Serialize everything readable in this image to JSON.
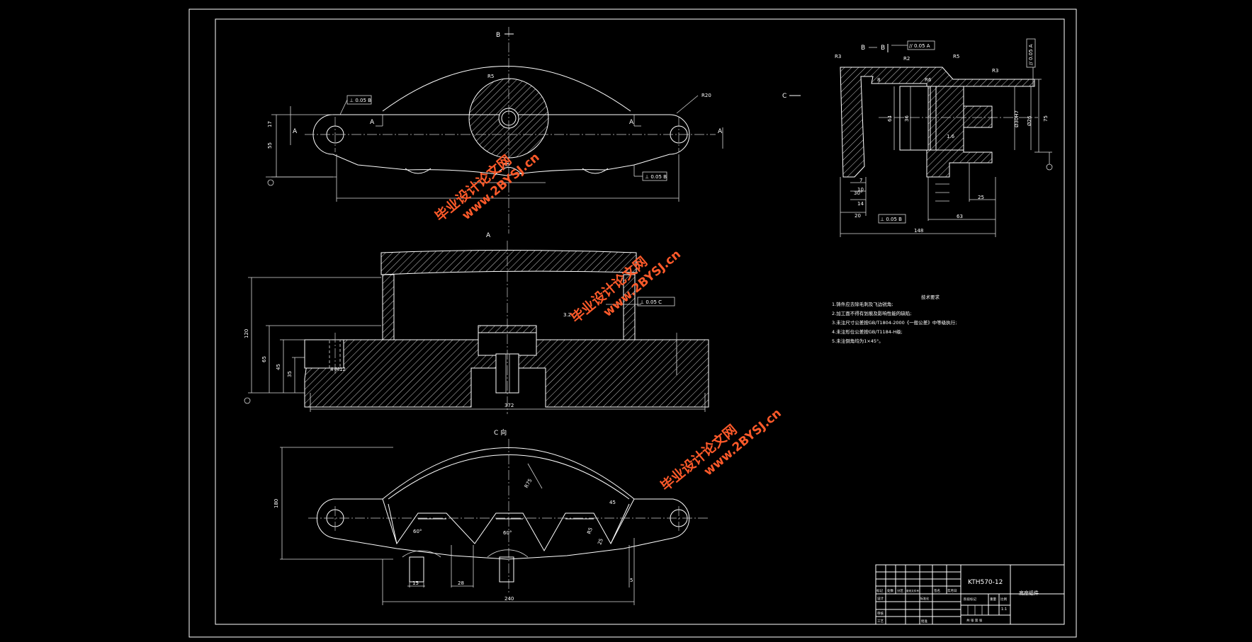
{
  "sheet": {
    "drawing_number": "KTH570-12",
    "part_name": "底座组件"
  },
  "views": {
    "section_marker_b_top": "B",
    "section_marker_a_left": "A",
    "section_marker_a_right": "A",
    "section_marker_a_inner_left": "A",
    "section_marker_a_inner_right": "A",
    "section_marker_a_middle": "A",
    "section_b_label_left": "B",
    "section_b_label_right": "B",
    "direction_c": "C",
    "view_c_label": "C 向"
  },
  "dimensions": {
    "top": [
      "R20",
      "R5",
      "17",
      "55",
      "R5"
    ],
    "detail": [
      "R3",
      "8",
      "R2",
      "R5",
      "R3",
      "R6",
      "64",
      "36",
      "Ø30H7",
      "Ø26",
      "75",
      "1.6",
      "7",
      "10",
      "14",
      "20",
      "25",
      "63",
      "148",
      "30°"
    ],
    "middle": [
      "120",
      "65",
      "45",
      "35",
      "372",
      "3.2",
      "4-M12"
    ],
    "bottom": [
      "R75",
      "45",
      "R5",
      "60°",
      "60°",
      "25",
      "15",
      "28",
      "240",
      "5",
      "180"
    ]
  },
  "tolerances": {
    "t1": "⊥ 0.05 B",
    "t2": "⊥ 0.05 B",
    "t3": "⊥ 0.05 C",
    "t4": "// 0.05 A",
    "t5": "⊥ 0.05 B",
    "t6": "// 0.05 A"
  },
  "notes": {
    "heading": "技术要求",
    "lines": [
      "1.铸件应去除毛刺及飞边锐角;",
      "2.加工面不得有划痕及影响性能的缺陷;",
      "3.未注尺寸公差按GB/T1804-2000《一般公差》中等级执行;",
      "4.未注形位公差按GB/T1184-H级;",
      "5.未注倒角均为1×45°。"
    ]
  },
  "title_block": {
    "row_labels": [
      "标记",
      "处数",
      "分区",
      "更改文件号",
      "签名",
      "年月日"
    ],
    "role_labels": [
      "设计",
      "审核",
      "工艺",
      "标准化",
      "批准"
    ],
    "stage_label": "阶段标记",
    "weight_label": "重量",
    "scale_label": "比例",
    "scale_value": "1:1",
    "sheet_label": "共 张 第 张"
  },
  "watermark": {
    "line1": "毕业设计论文网",
    "line2": "www.2BYSJ.cn"
  }
}
